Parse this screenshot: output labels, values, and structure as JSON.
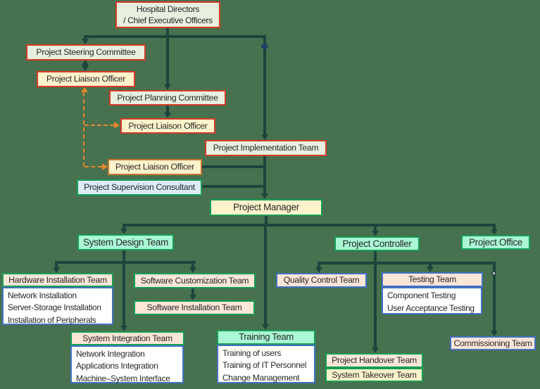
{
  "colors": {
    "background": "#48714f",
    "line": "#1c453c",
    "dashed_line": "#e5862d",
    "border_red": "#d43b26",
    "border_green": "#169e53",
    "border_blue": "#4472c4",
    "border_orange": "#c9762d",
    "fill_sage": "#e7efdf",
    "fill_yellow": "#fff3cc",
    "fill_mint": "#a9f7d4",
    "fill_peach": "#fbe6d8",
    "fill_blue": "#dcebf7",
    "fill_white": "#ffffff",
    "text": "#262626"
  },
  "nodes": {
    "hospital": {
      "line1": "Hospital Directors",
      "line2": "/ Chief Executive Officers"
    },
    "steering": {
      "title": "Project Steering Committee"
    },
    "liaison1": {
      "title": "Project Liaison Officer"
    },
    "planning": {
      "title": "Project Planning Committee"
    },
    "liaison2": {
      "title": "Project Liaison Officer"
    },
    "implementation": {
      "title": "Project Implementation Team"
    },
    "liaison3": {
      "title": "Project Liaison Officer"
    },
    "supervision": {
      "title": "Project Supervision Consultant"
    },
    "manager": {
      "title": "Project Manager"
    },
    "system_design": {
      "title": "System Design Team"
    },
    "controller": {
      "title": "Project Controller"
    },
    "office": {
      "title": "Project Office"
    },
    "hardware": {
      "title": "Hardware Installation Team",
      "items": [
        "Network Installation",
        "Server-Storage Installation",
        "Installation of Peripherals"
      ]
    },
    "software_customization": {
      "title": "Software Customization Team"
    },
    "software_installation": {
      "title": "Software Installation Team"
    },
    "integration": {
      "title": "System Integration Team",
      "items": [
        "Network Integration",
        "Applications Integration",
        "Machine–System Interface"
      ]
    },
    "training": {
      "title": "Training Team",
      "items": [
        "Training of users",
        "Training of IT Personnel",
        "Change Management"
      ]
    },
    "quality": {
      "title": "Quality Control Team"
    },
    "testing": {
      "title": "Testing Team",
      "items": [
        "Component Testing",
        "User Acceptance Testing"
      ]
    },
    "handover": {
      "title": "Project Handover Team"
    },
    "takeover": {
      "title": "System Takeover Team"
    },
    "commissioning": {
      "title": "Commissioning Team"
    }
  }
}
